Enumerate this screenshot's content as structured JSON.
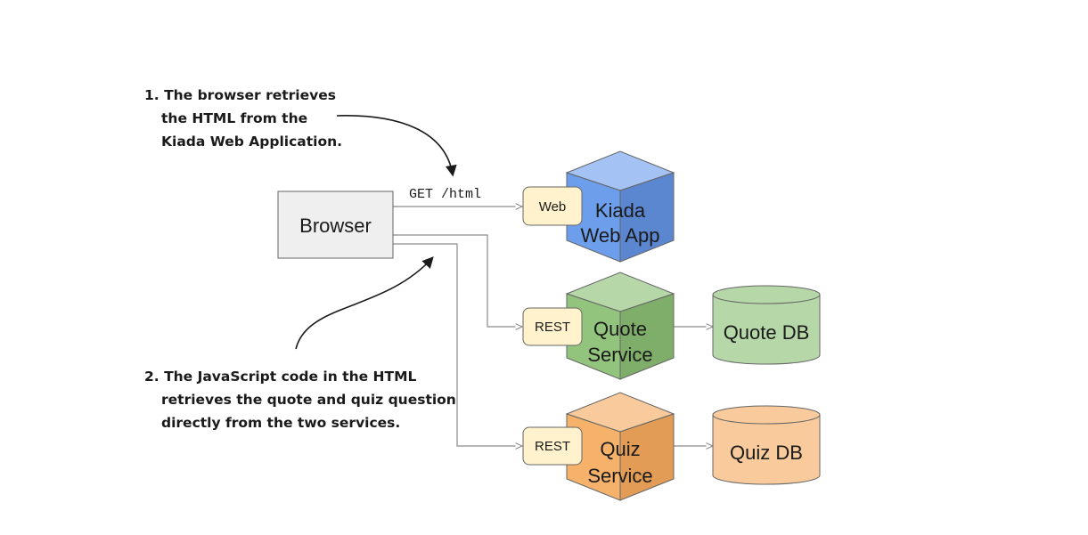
{
  "annotations": {
    "step1": {
      "line1": "1. The browser retrieves",
      "line2": "the HTML from the",
      "line3": "Kiada Web Application."
    },
    "step2": {
      "line1": "2. The JavaScript code in the HTML",
      "line2": "retrieves the quote and quiz question",
      "line3": "directly from the two services."
    }
  },
  "browser": {
    "label": "Browser"
  },
  "request": {
    "label": "GET /html"
  },
  "ports": {
    "web": "Web",
    "rest_quote": "REST",
    "rest_quiz": "REST"
  },
  "services": {
    "kiada": {
      "line1": "Kiada",
      "line2": "Web App"
    },
    "quote": {
      "line1": "Quote",
      "line2": "Service"
    },
    "quiz": {
      "line1": "Quiz",
      "line2": "Service"
    }
  },
  "databases": {
    "quote": "Quote DB",
    "quiz": "Quiz DB"
  },
  "colors": {
    "kiada_front": "#6d9eeb",
    "kiada_top": "#a4c2f4",
    "kiada_side": "#5b87d0",
    "quote_front": "#93c47d",
    "quote_top": "#b6d7a8",
    "quote_side": "#7fae6a",
    "quiz_front": "#f6b26b",
    "quiz_top": "#f9cb9c",
    "quiz_side": "#e29c56",
    "quote_db": "#b6d7a8",
    "quiz_db": "#f9cb9c",
    "port_fill": "#fff2cc",
    "browser_fill": "#efefef"
  }
}
